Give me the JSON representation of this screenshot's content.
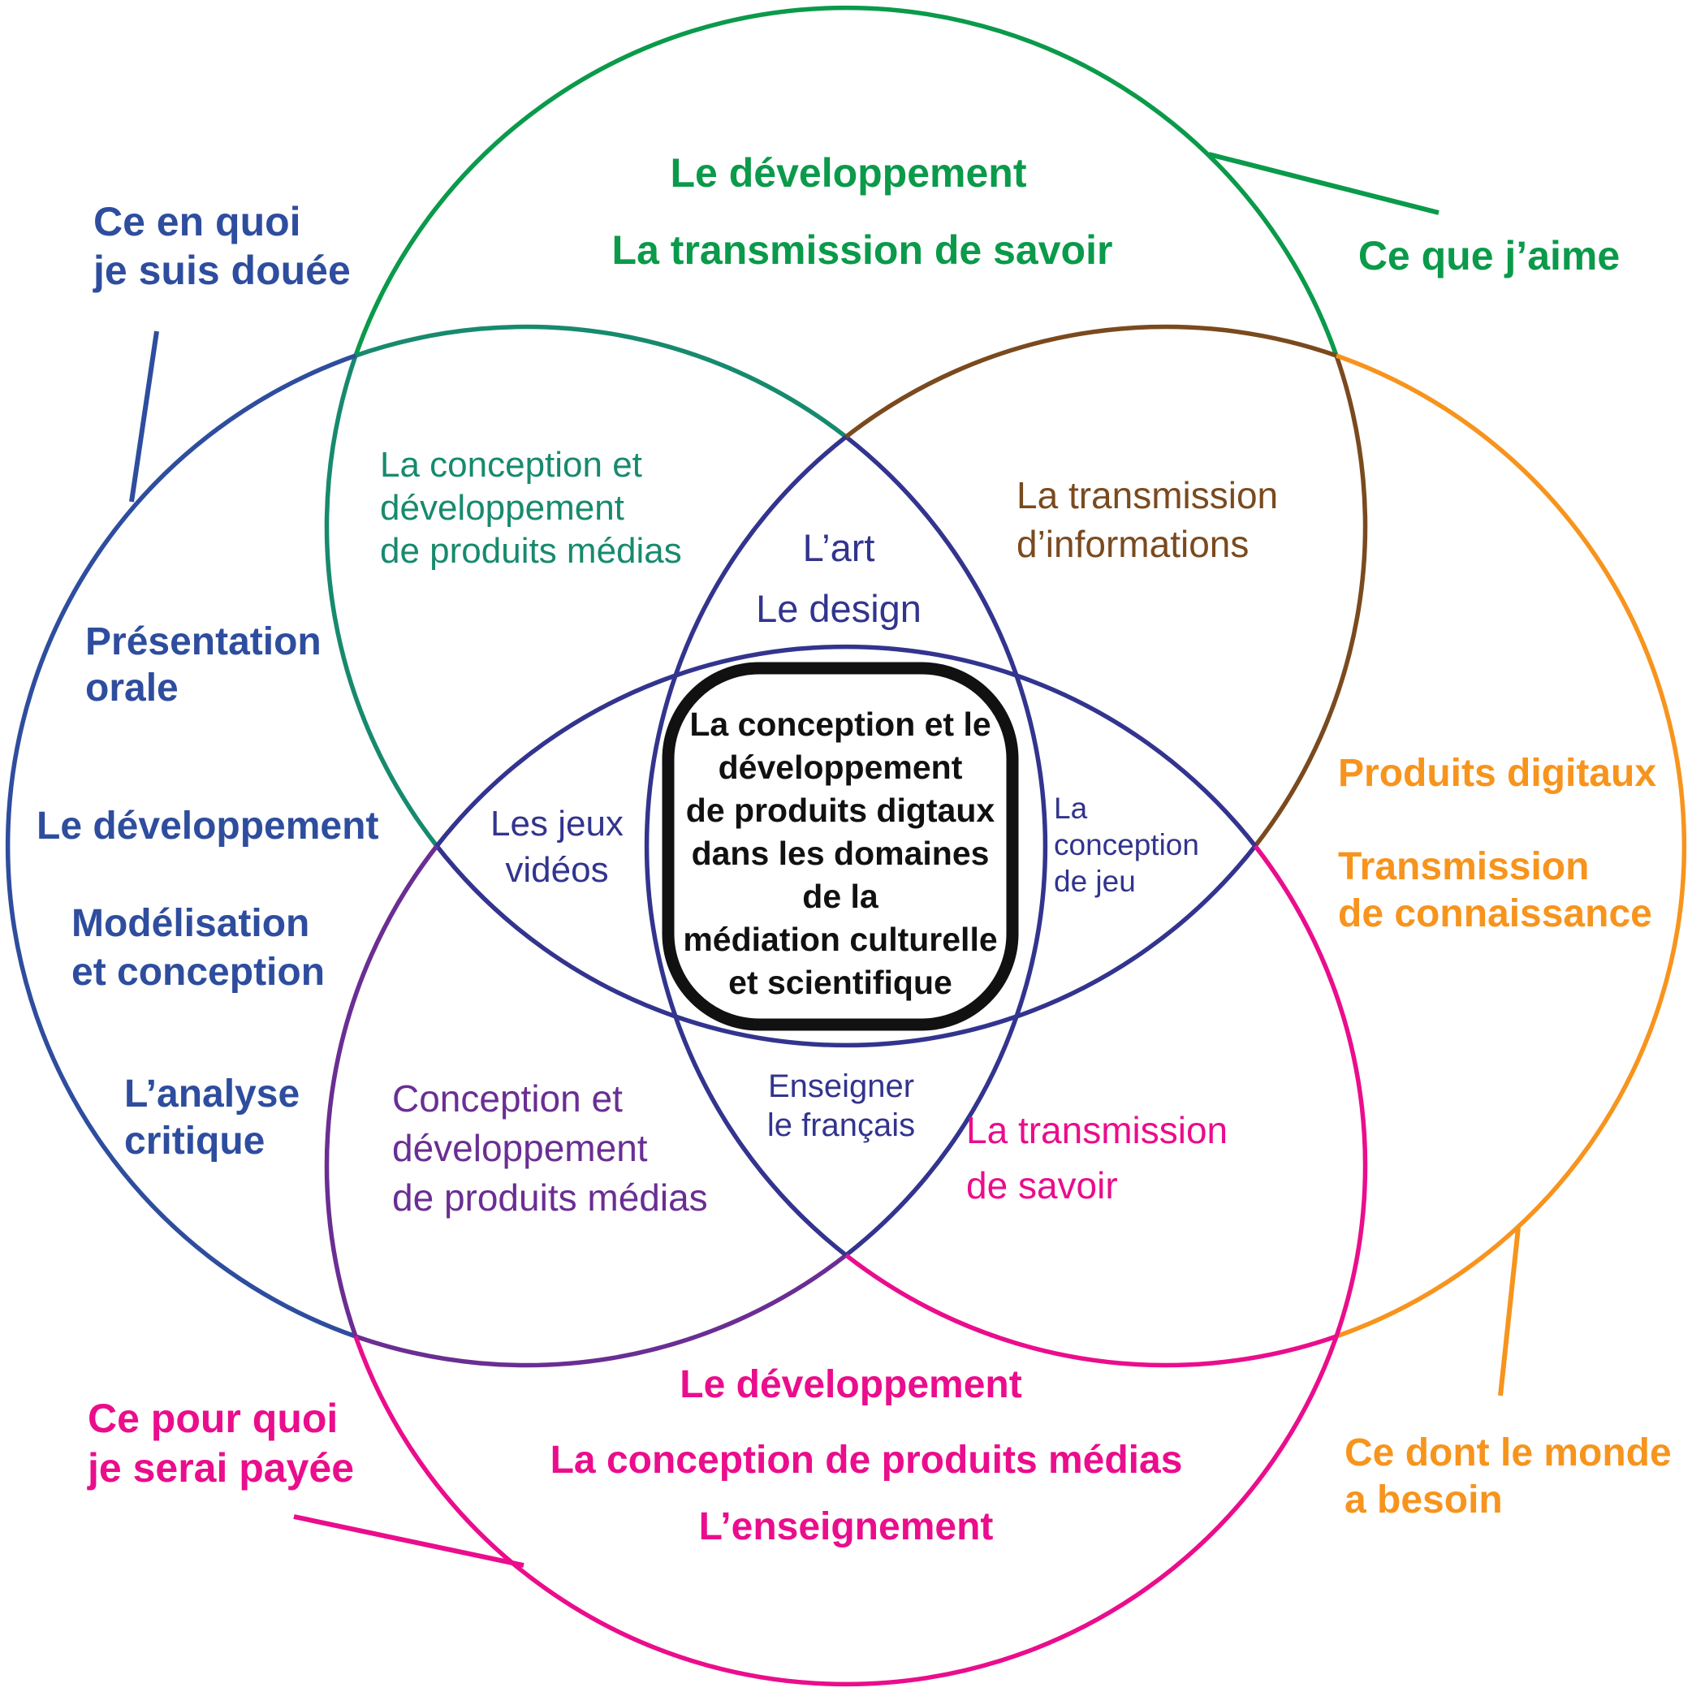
{
  "colors": {
    "green": "#0A9A4A",
    "teal": "#178A6E",
    "blue": "#2E4D9E",
    "navy": "#32348E",
    "brown": "#7A4A1E",
    "orange": "#F7941D",
    "pink": "#EA0D8C",
    "purple": "#6A2E93",
    "black": "#111111",
    "background": "#FFFFFF"
  },
  "zones": {
    "love": {
      "attribute": "Ce que j’aime",
      "labels": [
        "Le développement",
        "La transmission de savoir"
      ]
    },
    "skill": {
      "attribute_lines": [
        "Ce en quoi",
        "je suis douée"
      ],
      "item1_lines": [
        "Présentation",
        "orale"
      ],
      "item2": "Le développement",
      "item3_lines": [
        "Modélisation",
        "et conception"
      ],
      "item4_lines": [
        "L’analyse",
        "critique"
      ]
    },
    "need": {
      "attribute_lines": [
        "Ce dont le monde",
        "a besoin"
      ],
      "item1": "Produits digitaux",
      "item2_lines": [
        "Transmission",
        "de connaissance"
      ]
    },
    "pay": {
      "attribute_lines": [
        "Ce pour quoi",
        "je serai payée"
      ],
      "item1": "Le développement",
      "item2": "La conception de produits médias",
      "item3": "L’enseignement"
    }
  },
  "overlaps": {
    "love_skill": {
      "lines": [
        "La conception et",
        "développement",
        "de produits médias"
      ]
    },
    "love_need": {
      "lines": [
        "La transmission",
        "d’informations"
      ]
    },
    "skill_pay": {
      "lines": [
        "Conception et",
        "développement",
        "de produits médias"
      ]
    },
    "need_pay": {
      "lines": [
        "La transmission",
        "de savoir"
      ]
    },
    "art_design": {
      "lines": [
        "L’art",
        "Le design"
      ]
    },
    "video_games": {
      "lines": [
        "Les jeux",
        "vidéos"
      ]
    },
    "game_design": {
      "lines": [
        "La",
        "conception",
        "de jeu"
      ]
    },
    "teach_french": {
      "lines": [
        "Enseigner",
        "le français"
      ]
    }
  },
  "center_region": {
    "lines": [
      "La conception et le",
      "développement",
      "de produits digtaux",
      "dans les domaines",
      "de la",
      "médiation culturelle",
      "et scientifique"
    ]
  }
}
